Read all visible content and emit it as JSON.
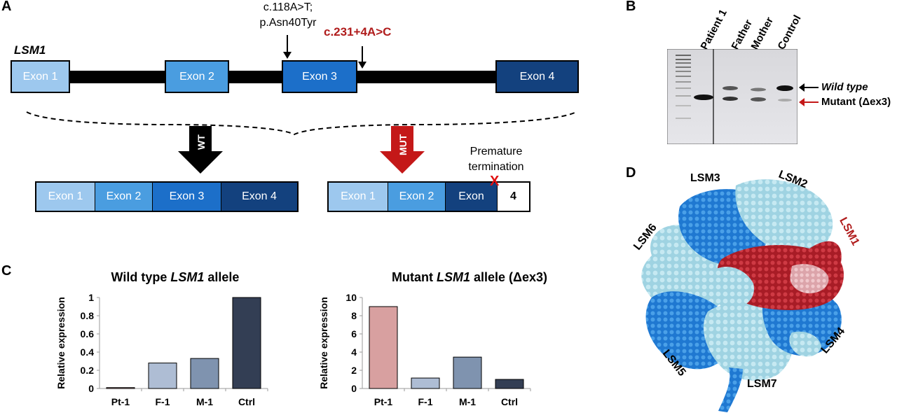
{
  "panels": {
    "a": "A",
    "b": "B",
    "c": "C",
    "d": "D"
  },
  "gene_diagram": {
    "gene_name": "LSM1",
    "exons": [
      "Exon 1",
      "Exon 2",
      "Exon 3",
      "Exon 4"
    ],
    "variant_1_line1": "c.118A>T;",
    "variant_1_line2": "p.Asn40Tyr",
    "variant_2": "c.231+4A>C",
    "wt_arrow_label": "WT",
    "mut_arrow_label": "MUT",
    "wt_transcript": [
      "Exon 1",
      "Exon 2",
      "Exon 3",
      "Exon 4"
    ],
    "mut_transcript": [
      "Exon 1",
      "Exon 2",
      "Exon",
      "4"
    ],
    "premature_line1": "Premature",
    "premature_line2": "termination",
    "stop_mark": "X",
    "colors": {
      "exon1": "#9dc8ee",
      "exon2": "#4a9de0",
      "exon3": "#1c6fc9",
      "exon4": "#13417e",
      "wt_arrow": "#000000",
      "mut_arrow": "#c41818",
      "variant_red": "#b01c1c"
    }
  },
  "gel": {
    "lanes": [
      "Patient 1",
      "Father",
      "Mother",
      "Control"
    ],
    "wild_type_label": "Wild type",
    "mutant_label": "Mutant (Δex3)"
  },
  "chart_data": [
    {
      "type": "bar",
      "title_pre": "Wild type ",
      "title_gene": "LSM1",
      "title_post": " allele",
      "ylabel": "Relative expression",
      "categories": [
        "Pt-1",
        "F-1",
        "M-1",
        "Ctrl"
      ],
      "values": [
        0.01,
        0.28,
        0.33,
        1.0
      ],
      "ylim": [
        0,
        1
      ],
      "yticks": [
        "0",
        "0.2",
        "0.4",
        "0.6",
        "0.8",
        "1"
      ],
      "colors": [
        "#d8a0a0",
        "#aebdd4",
        "#7f93af",
        "#333e54"
      ]
    },
    {
      "type": "bar",
      "title_pre": "Mutant ",
      "title_gene": "LSM1",
      "title_post": " allele (Δex3)",
      "ylabel": "Relative expression",
      "categories": [
        "Pt-1",
        "F-1",
        "M-1",
        "Ctrl"
      ],
      "values": [
        9.0,
        1.15,
        3.45,
        1.0
      ],
      "ylim": [
        0,
        10
      ],
      "yticks": [
        "0",
        "2",
        "4",
        "6",
        "8",
        "10"
      ],
      "colors": [
        "#d8a0a0",
        "#aebdd4",
        "#7f93af",
        "#333e54"
      ]
    }
  ],
  "structure": {
    "labels": [
      "LSM3",
      "LSM2",
      "LSM1",
      "LSM6",
      "LSM4",
      "LSM5",
      "LSM7"
    ],
    "colors": {
      "dark_blue": "#1f78d1",
      "light_blue": "#a9dbe8",
      "red": "#b0202a",
      "pink": "#e8b8bc"
    }
  }
}
